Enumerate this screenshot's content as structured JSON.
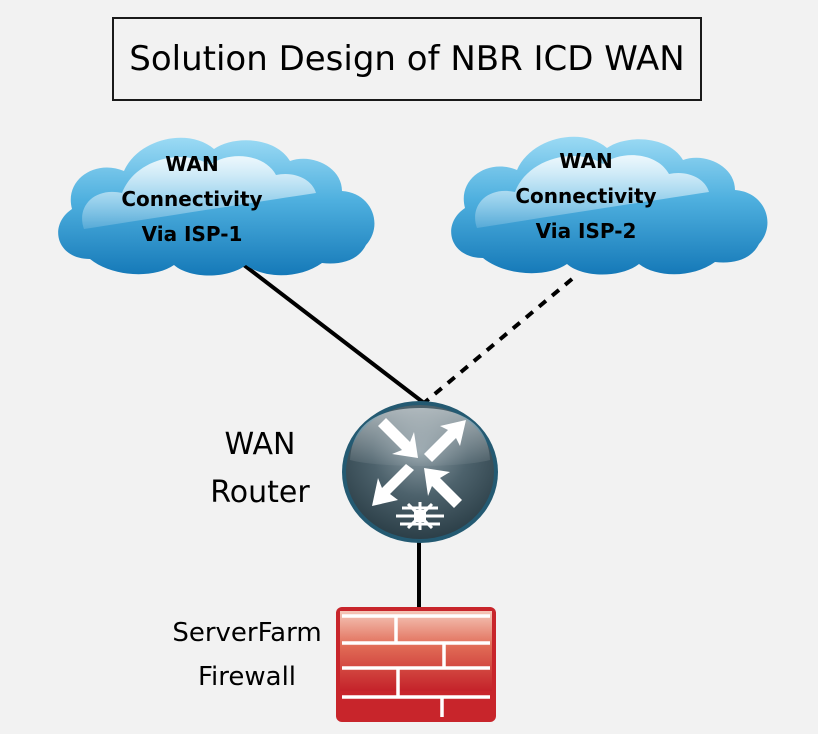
{
  "title": "Solution Design of NBR ICD WAN",
  "clouds": [
    {
      "id": "isp-1",
      "lines": [
        "WAN",
        "Connectivity",
        "Via ISP-1"
      ],
      "icon": "cloud-icon",
      "link_style": "solid"
    },
    {
      "id": "isp-2",
      "lines": [
        "WAN",
        "Connectivity",
        "Via ISP-2"
      ],
      "icon": "cloud-icon",
      "link_style": "dashed"
    }
  ],
  "router": {
    "lines": [
      "WAN",
      "Router"
    ],
    "icon": "router-icon"
  },
  "firewall": {
    "lines": [
      "ServerFarm",
      "Firewall"
    ],
    "icon": "firewall-icon"
  },
  "connections": [
    {
      "from": "WAN Connectivity Via ISP-1",
      "to": "WAN Router",
      "style": "solid"
    },
    {
      "from": "WAN Connectivity Via ISP-2",
      "to": "WAN Router",
      "style": "dashed"
    },
    {
      "from": "WAN Router",
      "to": "ServerFarm Firewall",
      "style": "solid"
    }
  ],
  "colors": {
    "background": "#f2f2f2",
    "cloud_top": "#8fd3f0",
    "cloud_bottom": "#1a85c4",
    "router_body": "#3d5561",
    "router_rim": "#245a72",
    "firewall_red": "#c8252b",
    "firewall_light": "#f2b8a8",
    "line": "#000000"
  }
}
